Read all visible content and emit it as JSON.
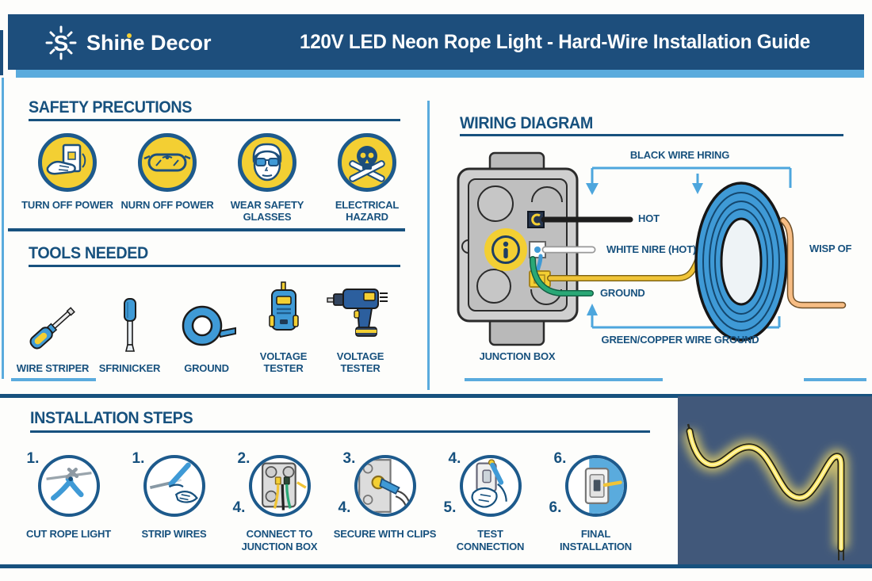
{
  "header": {
    "brand": "Shine Decor",
    "title": "120V LED Neon Rope Light - Hard-Wire Installation Guide"
  },
  "sections": {
    "safety_heading": "SAFETY PRECUTIONS",
    "tools_heading": "TOOLS NEEDED",
    "wiring_heading": "WIRING DIAGRAM",
    "steps_heading": "INSTALLATION STEPS"
  },
  "safety_items": [
    {
      "label": "TURN OFF POWER",
      "icon": "power-switch-icon"
    },
    {
      "label": "NURN OFF POWER",
      "icon": "safety-goggles-icon"
    },
    {
      "label": "WEAR SAFETY GLASSES",
      "icon": "face-sunglasses-icon"
    },
    {
      "label": "ELECTRICAL HAZARD",
      "icon": "skull-crossbones-icon"
    }
  ],
  "tool_items": [
    {
      "label": "WIRE STRIPER",
      "icon": "screwdriver-angled-icon"
    },
    {
      "label": "SFRINICKER",
      "icon": "screwdriver-icon"
    },
    {
      "label": "GROUND",
      "icon": "tape-roll-icon"
    },
    {
      "label": "VOLTAGE TESTER",
      "icon": "voltage-tester-icon"
    },
    {
      "label": "VOLTAGE TESTER",
      "icon": "drill-icon"
    }
  ],
  "wiring_labels": {
    "black_wire": "BLACK WIRE HRING",
    "hot": "HOT",
    "white_wire": "WHITE NIRE (HOT)",
    "ground": "GROUND",
    "green_wire": "GREEN/COPPER WIRE GROUND",
    "junction_box": "JUNCTION BOX",
    "wisp": "WISP OF"
  },
  "steps": [
    {
      "num_top": "1.",
      "num_bottom": "",
      "label": "CUT ROPE LIGHT"
    },
    {
      "num_top": "1.",
      "num_bottom": "",
      "label": "STRIP WIRES"
    },
    {
      "num_top": "2.",
      "num_bottom": "4.",
      "label": "CONNECT TO\nJUNCTION BOX"
    },
    {
      "num_top": "3.",
      "num_bottom": "4.",
      "label": "SECURE WITH CLIPS"
    },
    {
      "num_top": "4.",
      "num_bottom": "5.",
      "label": "TEST\nCONNECTION"
    },
    {
      "num_top": "6.",
      "num_bottom": "6.",
      "label": "FINAL\nINSTALLATION"
    }
  ],
  "colors": {
    "header_bg": "#1d4e7c",
    "accent_light_blue": "#5aabdd",
    "heading_blue": "#17517e",
    "icon_yellow": "#f3cf33",
    "icon_navy": "#1d5a8c",
    "tool_blue": "#3f9ad6",
    "wire_black": "#1d1d1d",
    "wire_white": "#ffffff",
    "wire_yellow": "#f0c437",
    "wire_green": "#2aa876",
    "wire_orange": "#f7bd84",
    "coil_blue": "#3f9ad6",
    "photo_bg": "#41587a",
    "neon_yellow": "#ffe96b"
  }
}
